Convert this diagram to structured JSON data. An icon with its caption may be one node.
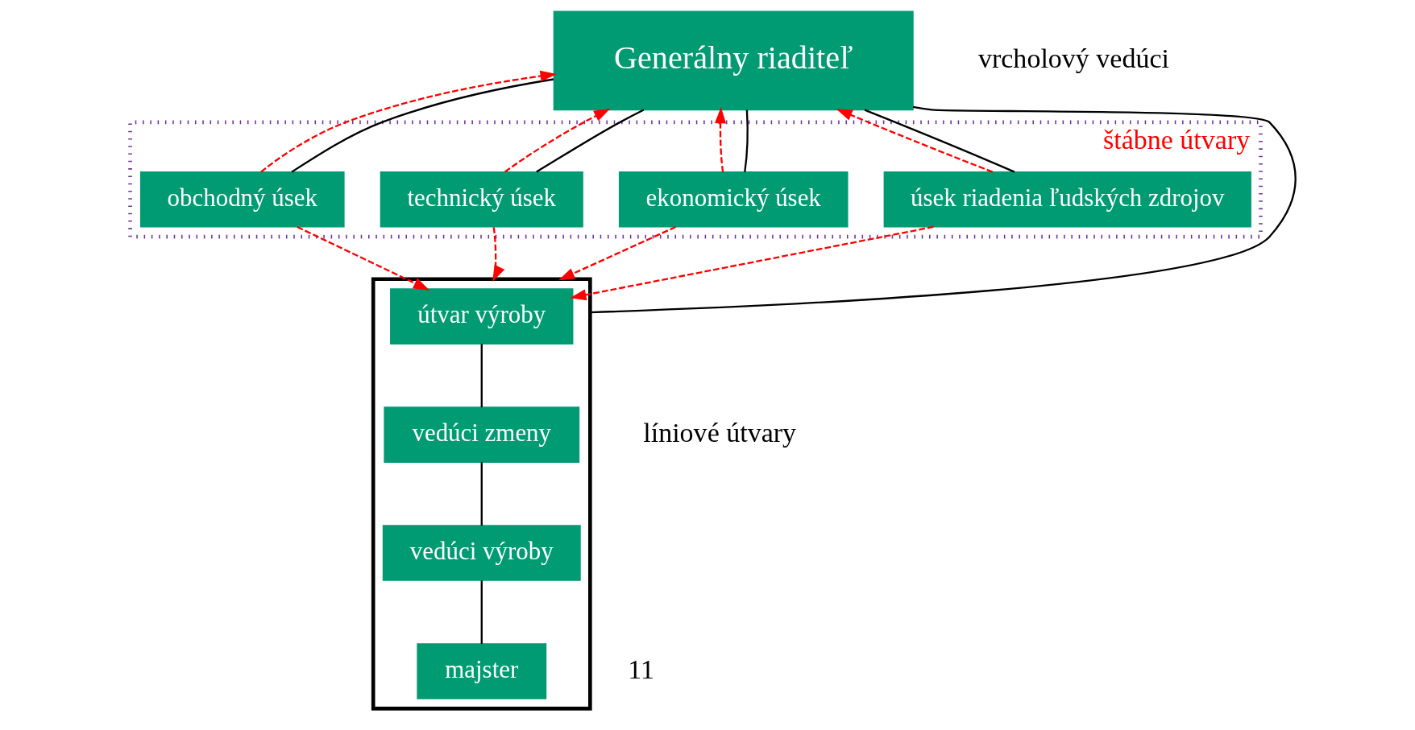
{
  "diagram": {
    "nodes": [
      {
        "text": [
          "Generálny riaditeľ"
        ]
      },
      {
        "text": [
          "štábne útvary"
        ]
      },
      {
        "text": [
          "obchodný úsek"
        ],
        "in": 1
      },
      {
        "text": [
          "technický úsek"
        ],
        "in": 1
      },
      {
        "text": [
          "ekonomický úsek"
        ],
        "in": 1
      },
      {
        "text": [
          "úsek riadenia ľudských zdrojov"
        ],
        "in": 1
      },
      {
        "text": [],
        "shape": "box"
      },
      {
        "text": [
          "útvar výroby"
        ],
        "in": 6
      },
      {
        "text": [
          "vedúci zmeny"
        ],
        "in": 6
      },
      {
        "text": [
          "vedúci výroby"
        ],
        "in": 6
      },
      {
        "text": [
          "majster"
        ],
        "in": 6
      }
    ],
    "edges": [
      {
        "from": 0,
        "to": 2,
        "arrow": "none"
      },
      {
        "from": 0,
        "to": 3,
        "arrow": "none"
      },
      {
        "from": 0,
        "to": 6,
        "arrow": "none"
      },
      {
        "from": 0,
        "to": 4,
        "arrow": "none"
      },
      {
        "from": 0,
        "to": 5,
        "arrow": "none"
      },
      {
        "from": 7,
        "to": 8,
        "arrow": "none"
      },
      {
        "from": 8,
        "to": 9,
        "arrow": "none"
      },
      {
        "from": 9,
        "to": 10,
        "arrow": "none"
      },
      {
        "from": 2,
        "to": 0,
        "arrow": "to",
        "style": "dashed",
        "color": "#ff0000"
      },
      {
        "from": 3,
        "to": 0,
        "arrow": "to",
        "style": "dashed",
        "color": "#ff0000"
      },
      {
        "from": 4,
        "to": 0,
        "arrow": "to",
        "style": "dashed",
        "color": "#ff0000"
      },
      {
        "from": 5,
        "to": 0,
        "arrow": "to",
        "style": "dashed",
        "color": "#ff0000"
      },
      {
        "from": 2,
        "to": 7,
        "arrow": "to",
        "style": "dashed",
        "color": "#ff0000"
      },
      {
        "from": 3,
        "to": 6,
        "arrow": "to",
        "style": "dashed",
        "color": "#ff0000"
      },
      {
        "from": 4,
        "to": 6,
        "arrow": "to",
        "style": "dashed",
        "color": "#ff0000"
      },
      {
        "from": 5,
        "to": 7,
        "arrow": "to",
        "style": "dashed",
        "color": "#ff0000"
      }
    ],
    "labels": [
      "vrcholový vedúci",
      "líniové útvary",
      "11"
    ]
  }
}
